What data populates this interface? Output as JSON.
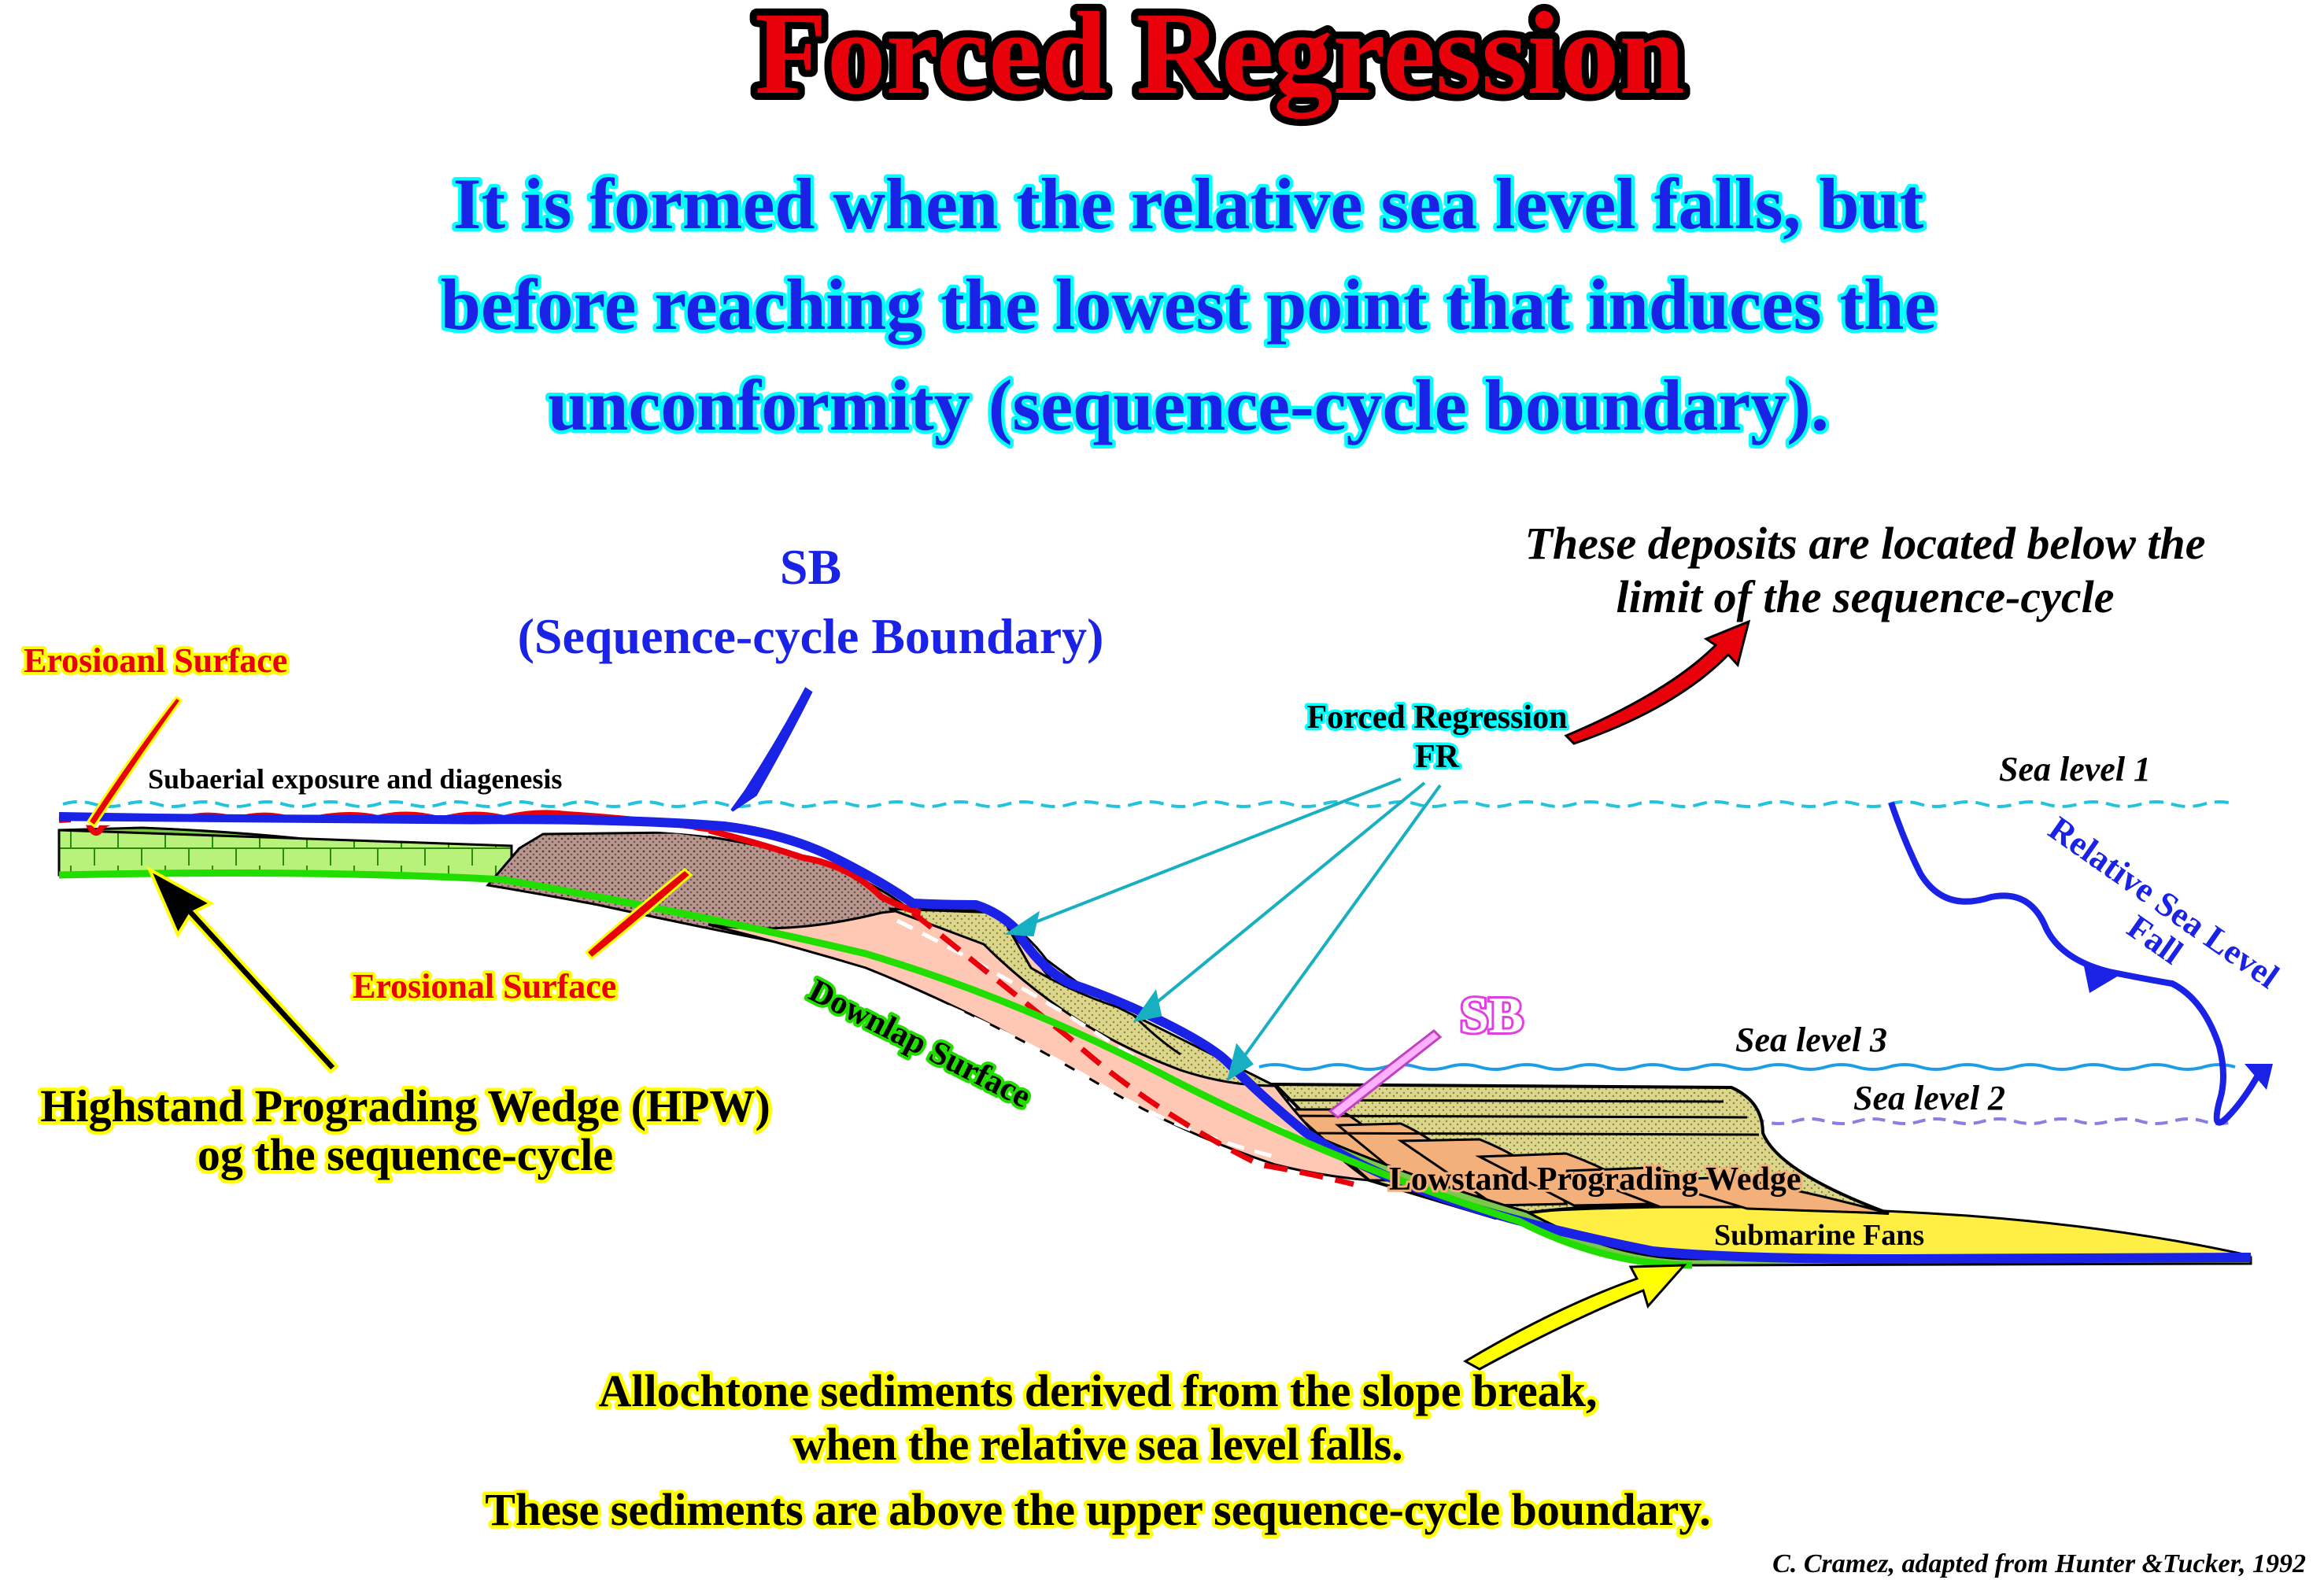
{
  "title": "Forced Regression",
  "subtitle_lines": [
    "It is formed when the relative sea level falls, but",
    "before reaching the lowest point that induces the",
    "unconformity (sequence-cycle boundary)."
  ],
  "labels": {
    "sb_main": "SB",
    "sb_main_desc": "(Sequence-cycle Boundary)",
    "deposits_note_1": "These deposits are located below the",
    "deposits_note_2": "limit of the sequence-cycle",
    "erosional_surface_top": "Erosioanl Surface",
    "subaerial": "Subaerial exposure and diagenesis",
    "forced_regression": "Forced Regression",
    "fr": "FR",
    "sea_level_1": "Sea level 1",
    "relative_fall_1": "Relative Sea Level",
    "relative_fall_2": "Fall",
    "erosional_surface_bottom": "Erosional Surface",
    "downlap": "Downlap Surface",
    "sb_small": "SB",
    "sea_level_3": "Sea level 3",
    "sea_level_2": "Sea level 2",
    "hpw_1": "Highstand Prograding Wedge (HPW)",
    "hpw_2": "og the sequence-cycle",
    "lowstand": "Lowstand Prograding Wedge",
    "submarine_fans": "Submarine  Fans",
    "allochtone_1": "Allochtone sediments derived from the slope break,",
    "allochtone_2": "when the relative sea level falls.",
    "allochtone_3": "These sediments are above the upper sequence-cycle boundary.",
    "credit": "C. Cramez, adapted from Hunter &Tucker, 1992"
  },
  "colors": {
    "title_fill": "#e8000b",
    "subtitle_fill": "#1a22e6",
    "sequence_boundary": "#1a22e6",
    "erosional_surface": "#e8000b",
    "downlap_surface": "#22dd00",
    "sea_level_lines": "#22c4dd",
    "highstand_fill": "#b8f27a",
    "forced_regression_fill": "#ffc8b4",
    "lowstand_fill": "#d8d890",
    "submarine_fan_fill": "#ffee44"
  }
}
